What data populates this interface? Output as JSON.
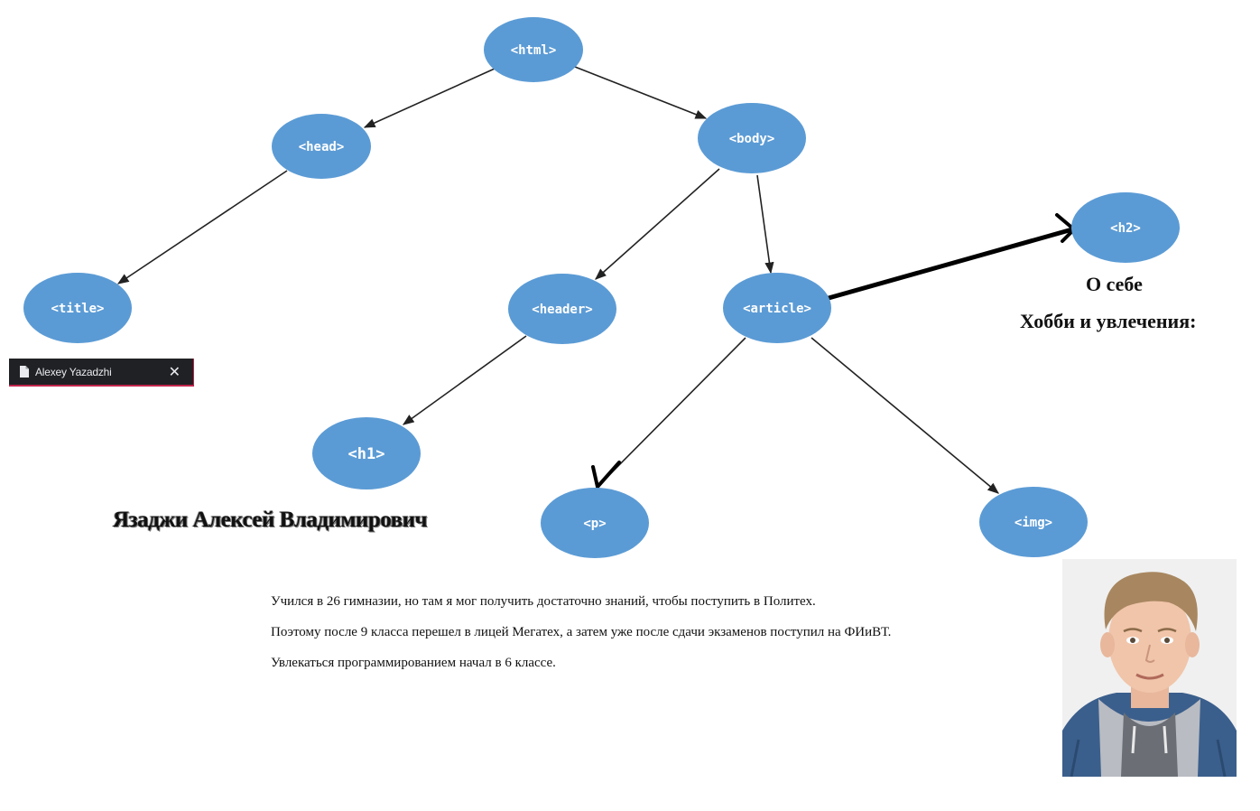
{
  "diagram": {
    "nodes": {
      "html": "<html>",
      "head": "<head>",
      "body": "<body>",
      "title": "<title>",
      "header": "<header>",
      "article": "<article>",
      "h2": "<h2>",
      "h1": "<h1>",
      "p": "<p>",
      "img": "<img>"
    },
    "edges": [
      [
        "html",
        "head"
      ],
      [
        "html",
        "body"
      ],
      [
        "head",
        "title"
      ],
      [
        "body",
        "header"
      ],
      [
        "body",
        "article"
      ],
      [
        "header",
        "h1"
      ],
      [
        "article",
        "p"
      ],
      [
        "article",
        "img"
      ],
      [
        "article",
        "h2"
      ]
    ],
    "colors": {
      "node_fill": "#5b9bd5",
      "node_text": "#ffffff",
      "edge": "#222222"
    }
  },
  "tab": {
    "title": "Alexey Yazadzhi",
    "close": "✕",
    "icon": "document-icon"
  },
  "name_heading": "Язаджи Алексей Владимирович",
  "about": {
    "heading": "О себе",
    "hobby_heading": "Хобби и увлечения:"
  },
  "paragraphs": [
    "Учился в 26 гимназии, но там я мог получить достаточно знаний, чтобы поступить в Политех.",
    "Поэтому после 9 класса перешел в лицей Мегатех, а затем уже после сдачи экзаменов поступил на ФИиВТ.",
    "Увлекаться программированием начал в 6 классе."
  ],
  "photo": {
    "icon": "portrait-photo"
  }
}
